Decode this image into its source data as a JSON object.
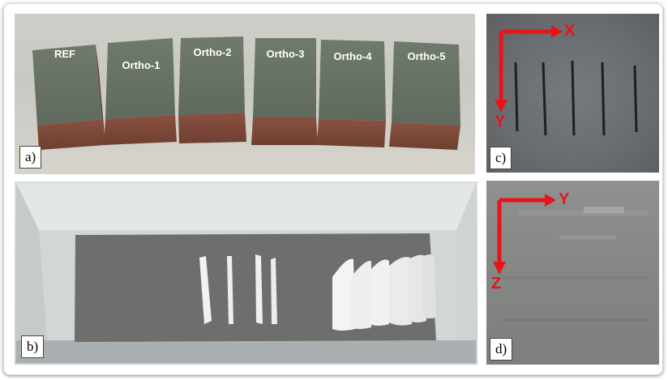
{
  "figure": {
    "panels": [
      {
        "id": "a",
        "label": "a)"
      },
      {
        "id": "b",
        "label": "b)"
      },
      {
        "id": "c",
        "label": "c)"
      },
      {
        "id": "d",
        "label": "d)"
      }
    ],
    "specimens": [
      "REF",
      "Ortho-1",
      "Ortho-2",
      "Ortho-3",
      "Ortho-4",
      "Ortho-5"
    ],
    "axes_c": {
      "horizontal": "X",
      "vertical": "Y"
    },
    "axes_d": {
      "horizontal": "Y",
      "vertical": "Z"
    }
  },
  "colors": {
    "block_top": "#6b7668",
    "block_side": "#7b4a3a",
    "axis_arrow": "#e8141a"
  }
}
